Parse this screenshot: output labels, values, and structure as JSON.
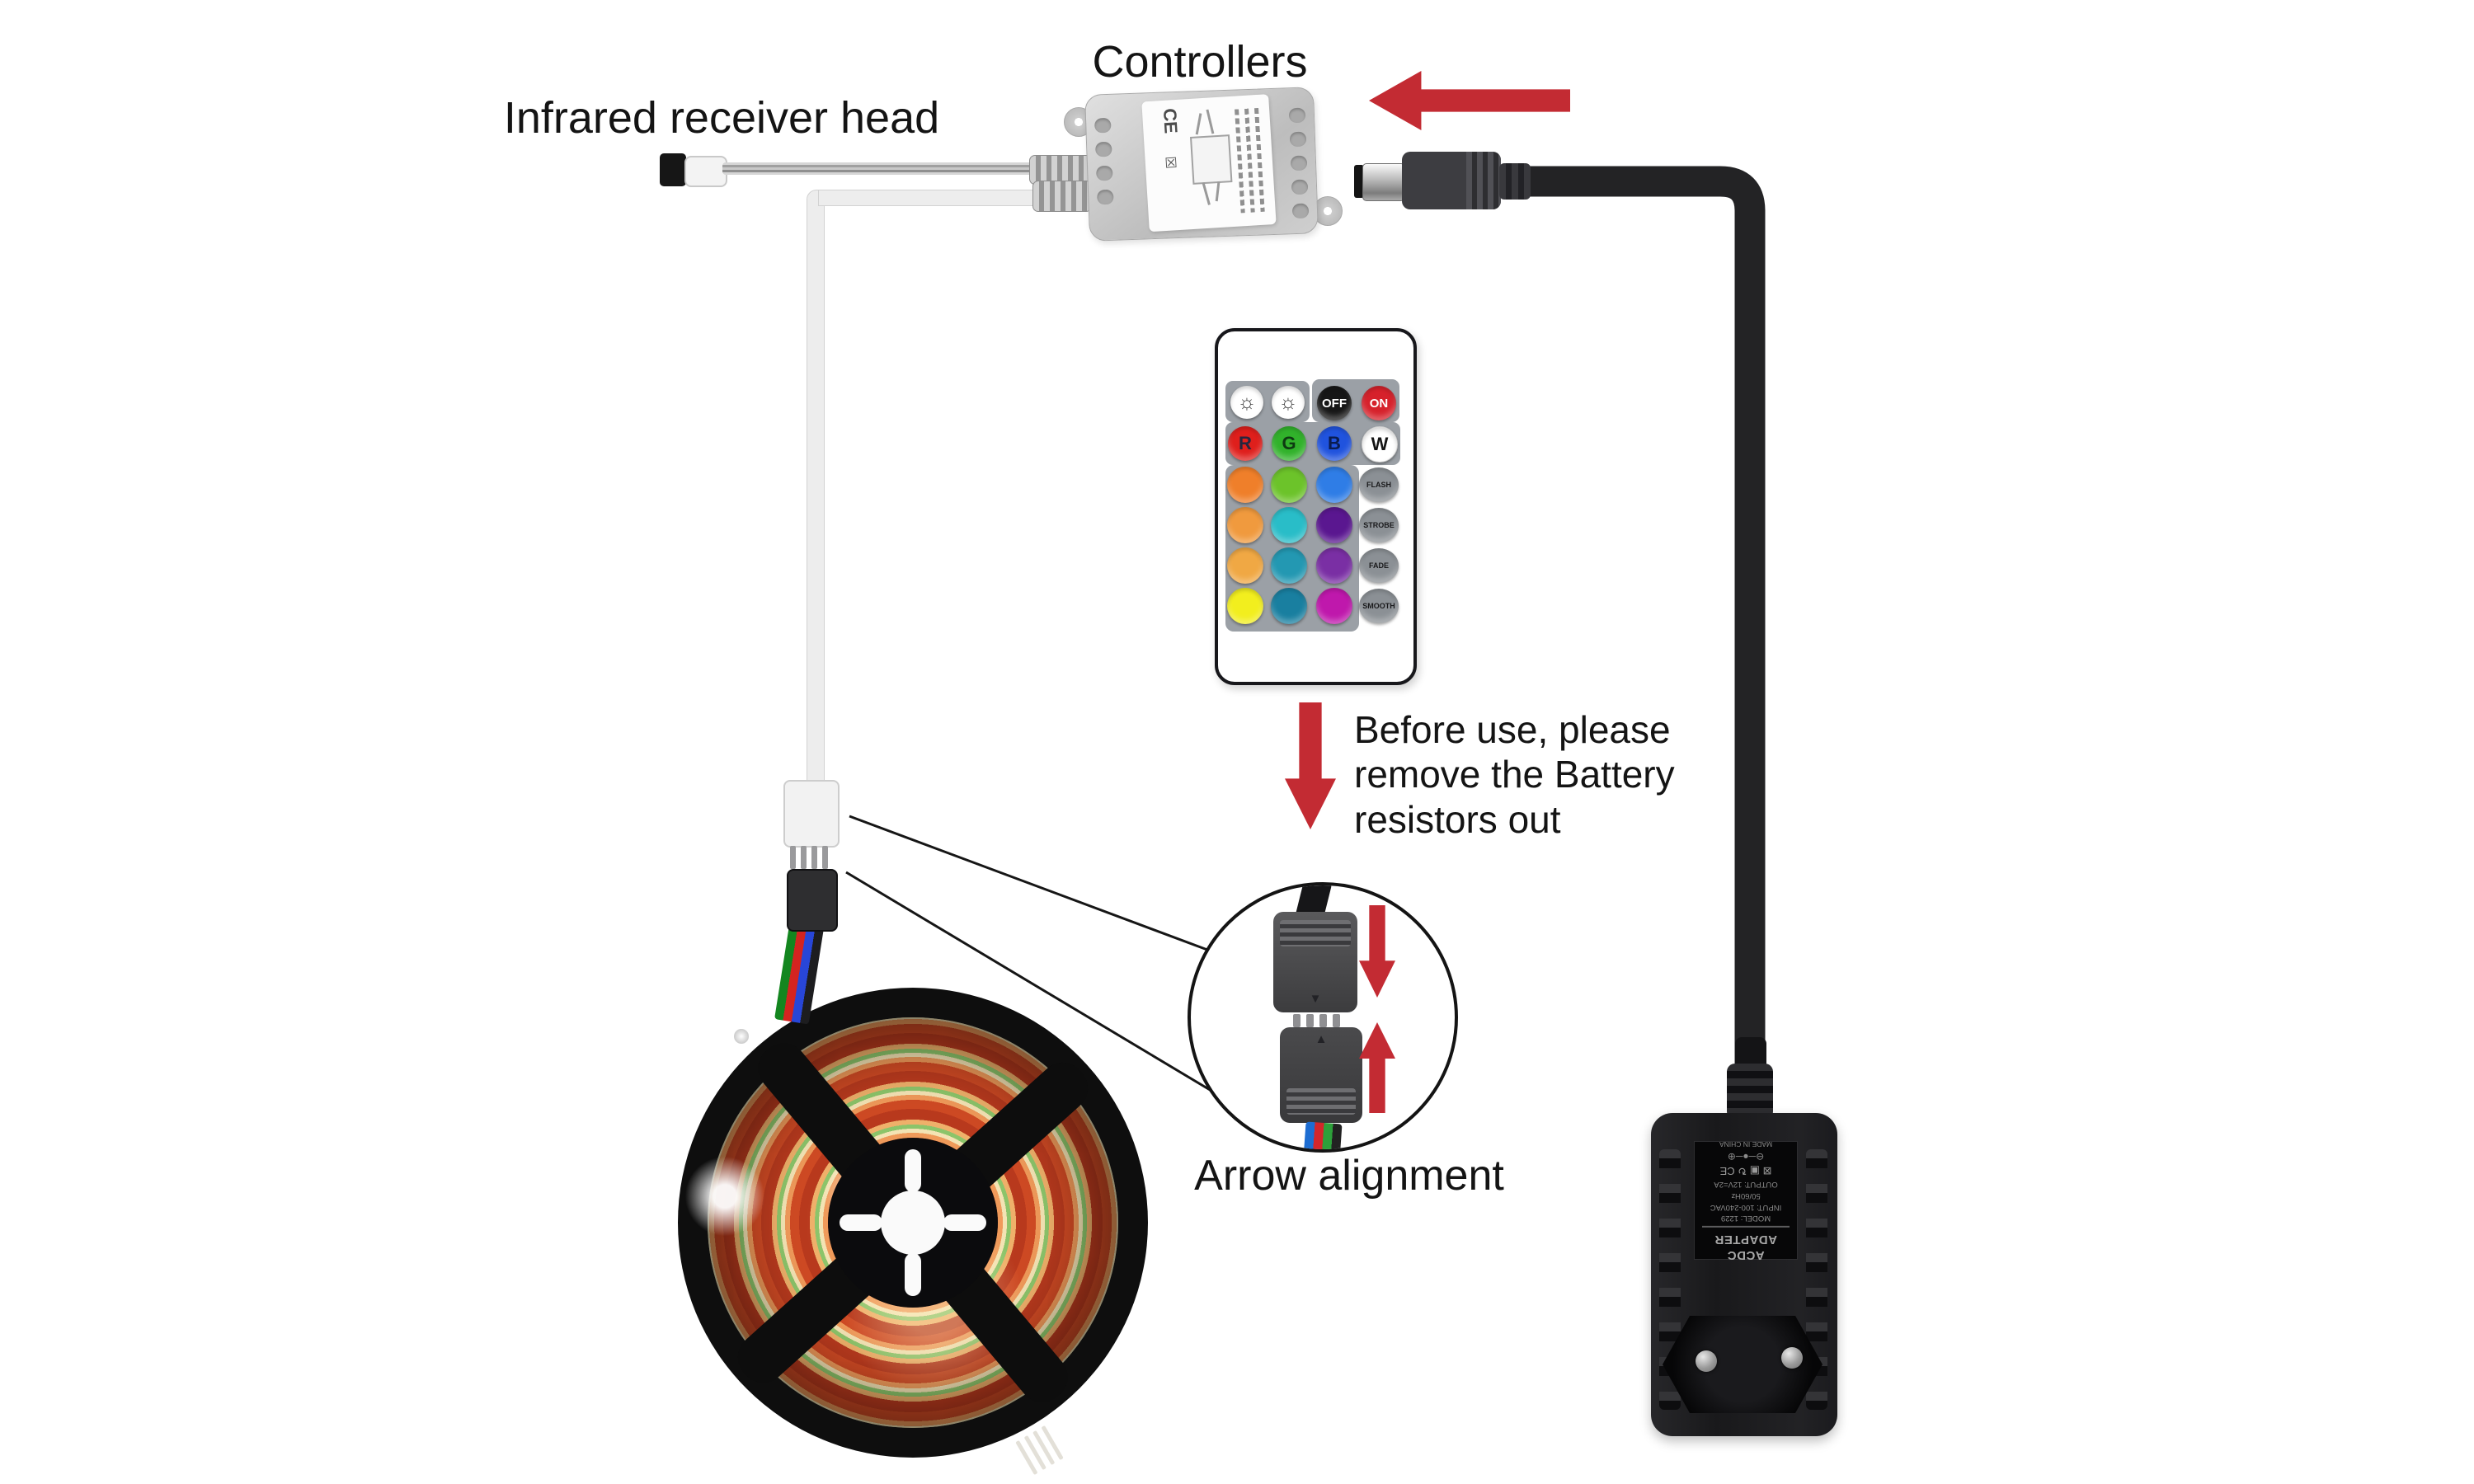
{
  "labels": {
    "infrared": "Infrared receiver head",
    "controllers": "Controllers",
    "before_use": "Before use, please\nremove the Battery\nresistors out",
    "arrow_alignment": "Arrow alignment"
  },
  "colors": {
    "arrow_red": "#c32b33",
    "remote_panel": "#9ba0a6",
    "cable_black": "#232325",
    "cable_white": "#ededed",
    "reel_body": "#0e0e0e"
  },
  "remote": {
    "description": "24-key infrared remote",
    "top_row": [
      {
        "name": "brightness-down",
        "label": "☼",
        "bg": "#ffffff",
        "fg": "#3c3c3c"
      },
      {
        "name": "brightness-up",
        "label": "☼",
        "bg": "#ffffff",
        "fg": "#3c3c3c"
      },
      {
        "name": "off",
        "label": "OFF",
        "bg": "#161616",
        "fg": "#ffffff"
      },
      {
        "name": "on",
        "label": "ON",
        "bg": "#d6212b",
        "fg": "#ffffff"
      }
    ],
    "keys": [
      {
        "name": "red",
        "label": "R",
        "bg": "#df1f1c",
        "fg": "#26263e"
      },
      {
        "name": "green",
        "label": "G",
        "bg": "#31b22b",
        "fg": "#0e3a12"
      },
      {
        "name": "blue",
        "label": "B",
        "bg": "#2053de",
        "fg": "#0a1c4e"
      },
      {
        "name": "white",
        "label": "W",
        "bg": "#ffffff",
        "fg": "#141414"
      },
      {
        "name": "orange",
        "label": "",
        "bg": "#ef7f2a",
        "fg": "#000000"
      },
      {
        "name": "grass-green",
        "label": "",
        "bg": "#6cc32a",
        "fg": "#000000"
      },
      {
        "name": "sky-blue",
        "label": "",
        "bg": "#2f7de6",
        "fg": "#000000"
      },
      {
        "name": "flash",
        "label": "FLASH",
        "bg": "#8b9095",
        "fg": "#1a1a1c"
      },
      {
        "name": "amber",
        "label": "",
        "bg": "#f09a3e",
        "fg": "#000000"
      },
      {
        "name": "cyan",
        "label": "",
        "bg": "#29bdc8",
        "fg": "#000000"
      },
      {
        "name": "deep-purple",
        "label": "",
        "bg": "#5a1790",
        "fg": "#000000"
      },
      {
        "name": "strobe",
        "label": "STROBE",
        "bg": "#8b9095",
        "fg": "#1a1a1c"
      },
      {
        "name": "light-amber",
        "label": "",
        "bg": "#f0a844",
        "fg": "#000000"
      },
      {
        "name": "teal",
        "label": "",
        "bg": "#2398b2",
        "fg": "#000000"
      },
      {
        "name": "purple",
        "label": "",
        "bg": "#7a2fa4",
        "fg": "#000000"
      },
      {
        "name": "fade",
        "label": "FADE",
        "bg": "#8b9095",
        "fg": "#1a1a1c"
      },
      {
        "name": "yellow",
        "label": "",
        "bg": "#f2ee1e",
        "fg": "#000000"
      },
      {
        "name": "dark-teal",
        "label": "",
        "bg": "#197fa0",
        "fg": "#000000"
      },
      {
        "name": "magenta",
        "label": "",
        "bg": "#bf18ac",
        "fg": "#000000"
      },
      {
        "name": "smooth",
        "label": "SMOOTH",
        "bg": "#8b9095",
        "fg": "#1a1a1c"
      }
    ]
  },
  "controller": {
    "ce_mark": "CE",
    "weee_icon": "☒"
  },
  "inset": {
    "down_mark": "▼",
    "up_mark": "▲",
    "wire_colors": [
      "#1d6dd2",
      "#d3262b",
      "#2da03a",
      "#222222"
    ]
  },
  "adapter": {
    "label": {
      "title": "ACDC ADAPTER",
      "model": "MODEL: 1229",
      "input": "INPUT: 100-240VAC",
      "freq": "50/60Hz",
      "output": "OUTPUT: 12V=2A",
      "cert": "⊠ ▣ ↻ CE",
      "polarity": "⊖─●─⊕",
      "origin": "MADE IN CHINA"
    }
  }
}
